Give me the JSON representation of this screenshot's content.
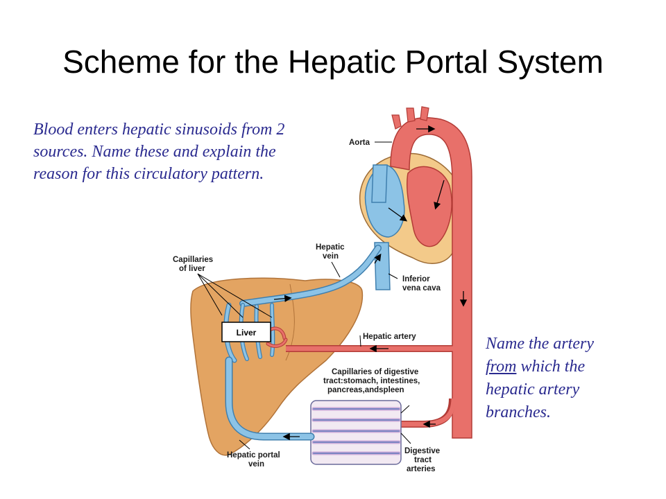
{
  "title": "Scheme for the Hepatic Portal System",
  "question_sources": "Blood enters hepatic sinusoids from 2 sources.  Name these and explain the reason for this circulatory pattern.",
  "question_artery": {
    "line1": "Name the artery",
    "line2_underlined": "from",
    "line2_rest": " which the",
    "line3": "hepatic artery",
    "line4": "branches."
  },
  "labels": {
    "aorta": "Aorta",
    "hepatic_vein_1": "Hepatic",
    "hepatic_vein_2": "vein",
    "capillaries_liver_1": "Capillaries",
    "capillaries_liver_2": "of liver",
    "inferior_vena_cava_1": "Inferior",
    "inferior_vena_cava_2": "vena cava",
    "liver": "Liver",
    "hepatic_artery": "Hepatic artery",
    "capillaries_digestive_1": "Capillaries of digestive",
    "capillaries_digestive_2": "tract:stomach, intestines,",
    "capillaries_digestive_3": "pancreas,andspleen",
    "hepatic_portal_vein_1": "Hepatic portal",
    "hepatic_portal_vein_2": "vein",
    "digestive_tract_arteries_1": "Digestive",
    "digestive_tract_arteries_2": "tract",
    "digestive_tract_arteries_3": "arteries"
  },
  "colors": {
    "artery": "#e8706a",
    "artery_edge": "#b23b36",
    "vein": "#8cc3e6",
    "vein_edge": "#3f7fae",
    "liver": "#e3a462",
    "heart_outer": "#f3ca8a",
    "question_text": "#2a2a8f"
  }
}
